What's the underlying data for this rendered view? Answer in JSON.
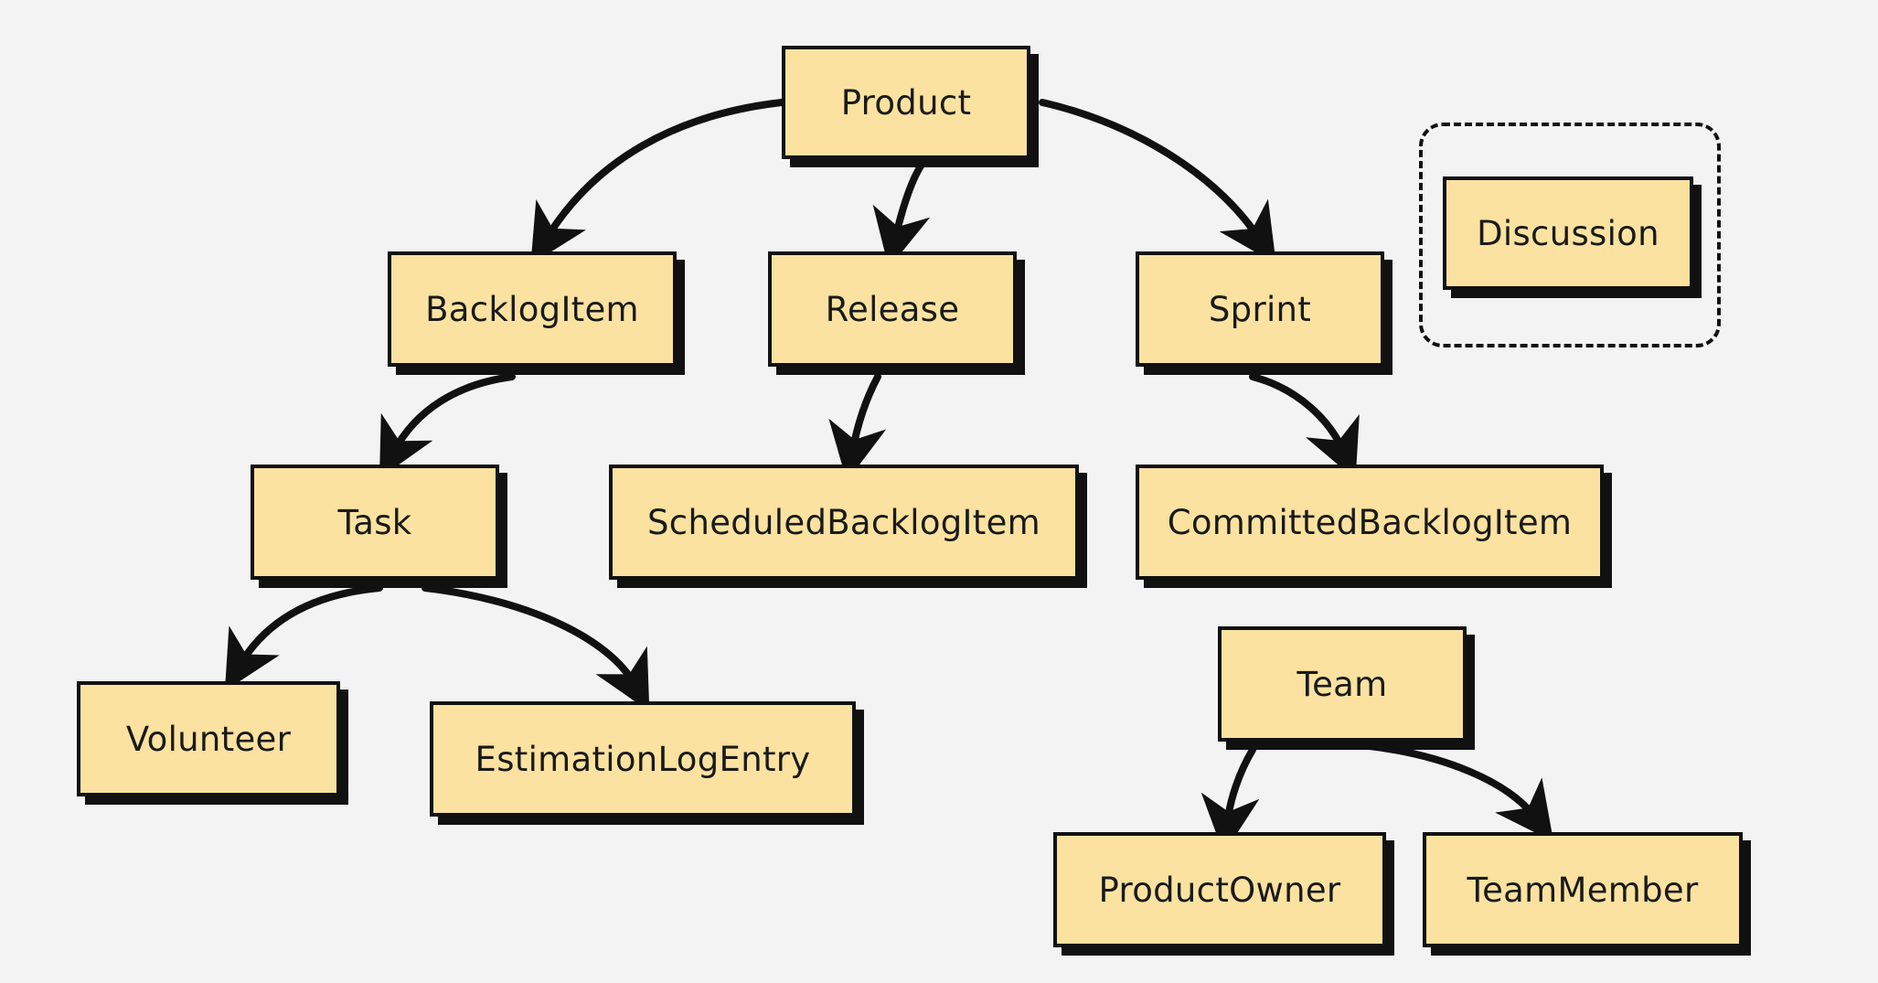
{
  "colors": {
    "background": "#f3f3f3",
    "box_fill": "#fbe2a0",
    "box_border": "#111111",
    "arrow": "#111111"
  },
  "nodes": {
    "product": "Product",
    "backlog_item": "BacklogItem",
    "release": "Release",
    "sprint": "Sprint",
    "discussion": "Discussion",
    "task": "Task",
    "scheduled_backlog_item": "ScheduledBacklogItem",
    "committed_backlog_item": "CommittedBacklogItem",
    "volunteer": "Volunteer",
    "estimation_log_entry": "EstimationLogEntry",
    "team": "Team",
    "product_owner": "ProductOwner",
    "team_member": "TeamMember"
  },
  "edges": [
    {
      "from": "Product",
      "to": "BacklogItem"
    },
    {
      "from": "Product",
      "to": "Release"
    },
    {
      "from": "Product",
      "to": "Sprint"
    },
    {
      "from": "BacklogItem",
      "to": "Task"
    },
    {
      "from": "Release",
      "to": "ScheduledBacklogItem"
    },
    {
      "from": "Sprint",
      "to": "CommittedBacklogItem"
    },
    {
      "from": "Task",
      "to": "Volunteer"
    },
    {
      "from": "Task",
      "to": "EstimationLogEntry"
    },
    {
      "from": "Team",
      "to": "ProductOwner"
    },
    {
      "from": "Team",
      "to": "TeamMember"
    }
  ]
}
